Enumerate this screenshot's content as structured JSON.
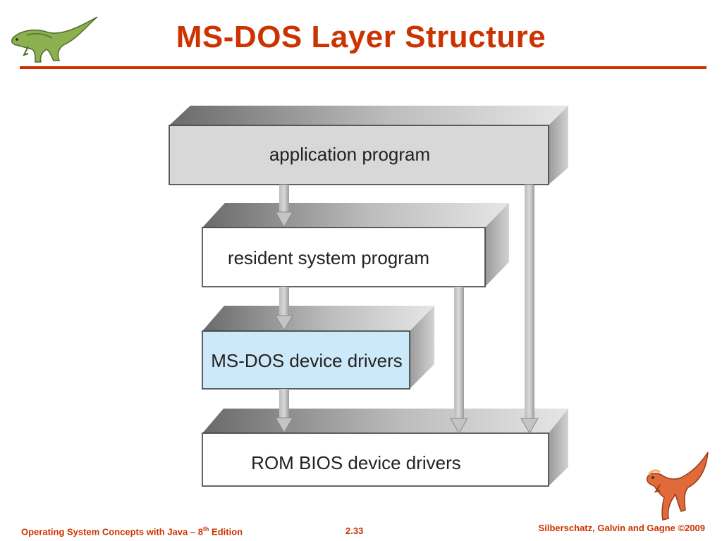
{
  "slide": {
    "title": "MS-DOS Layer Structure"
  },
  "layers": [
    {
      "label": "application program",
      "fill": "#d8d8d8"
    },
    {
      "label": "resident system program",
      "fill": "#ffffff"
    },
    {
      "label": "MS-DOS device drivers",
      "fill": "#cce9f9"
    },
    {
      "label": "ROM BIOS device drivers",
      "fill": "#ffffff"
    }
  ],
  "footer": {
    "book": "Operating System Concepts  with Java – 8",
    "book_sup": "th",
    "book_suffix": " Edition",
    "page": "2.33",
    "authors": "Silberschatz, Galvin and Gagne ©2009"
  },
  "colors": {
    "accent": "#cc3300",
    "arrow": "#a8a8a8"
  },
  "icons": [
    "green-dinosaur-icon",
    "red-dinosaur-icon"
  ]
}
